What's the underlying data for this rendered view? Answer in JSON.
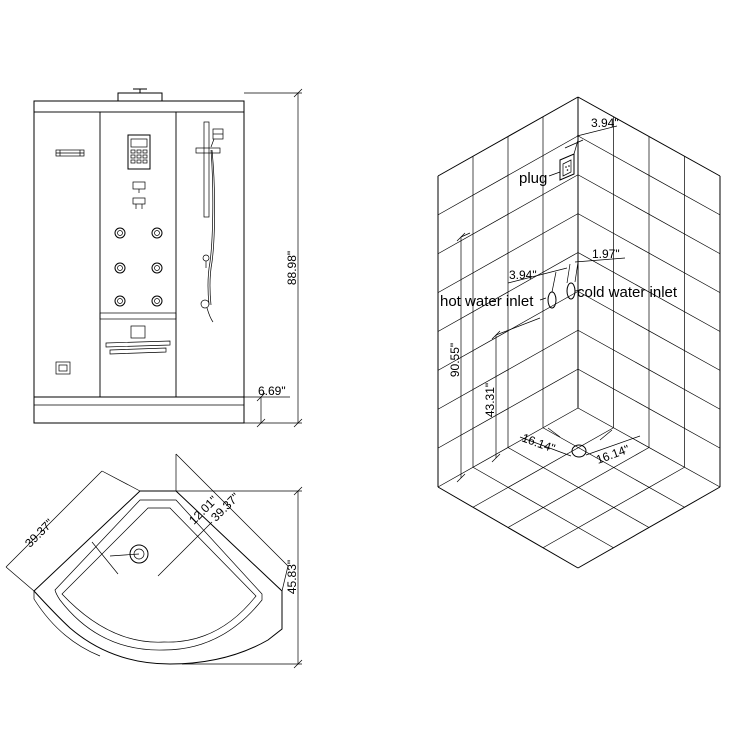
{
  "front_view": {
    "height_label": "88.98\"",
    "base_label": "6.69\""
  },
  "top_view": {
    "side_a_label": "39.37\"",
    "side_b_label": "39.37\"",
    "drain_label": "12.01\"",
    "depth_label": "45.83\""
  },
  "wall_view": {
    "plug_offset_label": "3.94\"",
    "plug_label": "plug",
    "hot_offset_label": "3.94\"",
    "cold_offset_label": "1.97\"",
    "hot_label": "hot water inlet",
    "cold_label": "cold water inlet",
    "total_height_label": "90.55\"",
    "inlet_height_label": "43.31\"",
    "drain_a_label": "16.14\"",
    "drain_b_label": "16.14\""
  }
}
